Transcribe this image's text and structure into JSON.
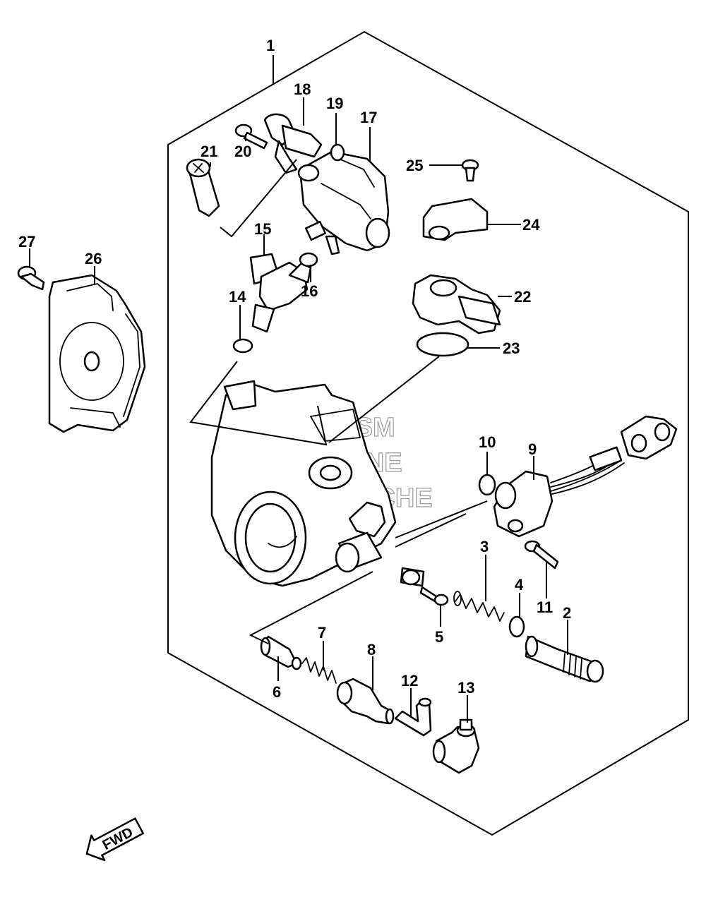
{
  "callouts": {
    "p1": "1",
    "p2": "2",
    "p3": "3",
    "p4": "4",
    "p5": "5",
    "p6": "6",
    "p7": "7",
    "p8": "8",
    "p9": "9",
    "p10": "10",
    "p11": "11",
    "p12": "12",
    "p13": "13",
    "p14": "14",
    "p15": "15",
    "p16": "16",
    "p17": "17",
    "p18": "18",
    "p19": "19",
    "p20": "20",
    "p21": "21",
    "p22": "22",
    "p23": "23",
    "p24": "24",
    "p25": "25",
    "p26": "26",
    "p27": "27"
  },
  "watermark": {
    "line1": "HLSM",
    "line2": "ONLINE",
    "line3": "MICROFICHE"
  },
  "direction": {
    "label": "FWD"
  },
  "colors": {
    "ink": "#000000",
    "paper": "#ffffff",
    "watermark": "#9a9a9a"
  }
}
